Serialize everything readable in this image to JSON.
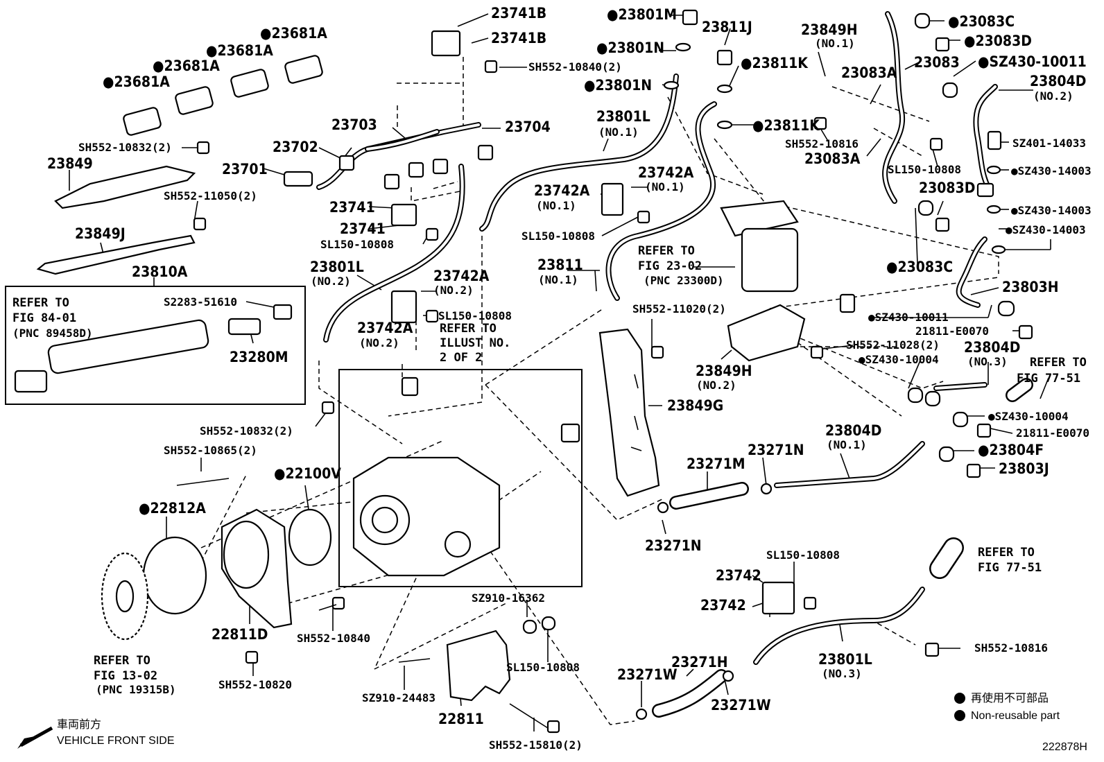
{
  "labels": {
    "p23741B_a": "23741B",
    "p23741B_b": "23741B",
    "p23801M": "●23801M",
    "p23811J": "23811J",
    "p23849H1": "23849H",
    "p23849H1_sub": "(NO.1)",
    "p23083C_a": "●23083C",
    "p23083D_a": "●23083D",
    "p23083": "23083",
    "pSZ430_10011_a": "●SZ430-10011",
    "p23804D2": "23804D",
    "p23804D2_sub": "(NO.2)",
    "p23681A_1": "●23681A",
    "p23681A_2": "●23681A",
    "p23681A_3": "●23681A",
    "p23681A_4": "●23681A",
    "pSH552_10840_2": "SH552-10840(2)",
    "p23801N_a": "●23801N",
    "p23801N_b": "●23801N",
    "p23811K_a": "●23811K",
    "p23811K_b": "●23811K",
    "p23083A_a": "23083A",
    "p23083A_b": "23083A",
    "pSH552_10816_a": "SH552-10816",
    "pSL150_10808_a": "SL150-10808",
    "p23083D_b": "23083D",
    "pSZ401_14033": "SZ401-14033",
    "pSZ430_14003_a": "●SZ430-14003",
    "pSZ430_14003_b": "●SZ430-14003",
    "pSZ430_14003_c": "●SZ430-14003",
    "p23083C_b": "●23083C",
    "p23703": "23703",
    "p23704": "23704",
    "p23702": "23702",
    "p23701": "23701",
    "p23801L1": "23801L",
    "p23801L1_sub": "(NO.1)",
    "pSH552_10832_2a": "SH552-10832(2)",
    "p23849": "23849",
    "pSH552_11050_2": "SH552-11050(2)",
    "p23741_a": "23741",
    "p23741_b": "23741",
    "p23742A_1": "23742A",
    "p23742A_1_sub": "(NO.1)",
    "p23742A_2": "23742A",
    "p23742A_2_sub": "(NO.1)",
    "pSL150_10808_b": "SL150-10808",
    "pSL150_10808_c": "SL150-10808",
    "p23849J": "23849J",
    "p23801L2": "23801L",
    "p23801L2_sub": "(NO.2)",
    "p23742A_3": "23742A",
    "p23742A_3_sub": "(NO.2)",
    "p23811": "23811",
    "p23811_sub": "(NO.1)",
    "ref_23_02_a": "REFER TO",
    "ref_23_02_b": "FIG 23-02",
    "ref_23_02_c": "(PNC 23300D)",
    "p23810A": "23810A",
    "p23803H": "23803H",
    "ref_84_01_a": "REFER TO",
    "ref_84_01_b": "FIG 84-01",
    "ref_84_01_c": "(PNC 89458D)",
    "pS2283_51610": "S2283-51610",
    "pSH552_11020_2": "SH552-11020(2)",
    "pSZ430_10011_b": "●SZ430-10011",
    "p21811_E0070_a": "21811-E0070",
    "pSL150_10808_d": "SL150-10808",
    "p23742A_4": "23742A",
    "p23742A_4_sub": "(NO.2)",
    "ref_illust_a": "REFER TO",
    "ref_illust_b": "ILLUST NO.",
    "ref_illust_c": "2 OF 2",
    "pSH552_11028_2": "SH552-11028(2)",
    "p23804D3": "23804D",
    "p23804D3_sub": "(NO.3)",
    "p23280M": "23280M",
    "p23849H2": "23849H",
    "p23849H2_sub": "(NO.2)",
    "pSZ430_10004_a": "●SZ430-10004",
    "ref_77_51a_a": "REFER TO",
    "ref_77_51a_b": "FIG 77-51",
    "p23849G": "23849G",
    "pSZ430_10004_b": "●SZ430-10004",
    "p21811_E0070_b": "21811-E0070",
    "pSH552_10832_2b": "SH552-10832(2)",
    "p23804D1": "23804D",
    "p23804D1_sub": "(NO.1)",
    "pSH552_10865_2": "SH552-10865(2)",
    "p23271N_a": "23271N",
    "p23271M": "23271M",
    "p23804F": "●23804F",
    "p23803J": "23803J",
    "p22100V": "●22100V",
    "p22812A": "●22812A",
    "p23271N_b": "23271N",
    "ref_77_51b_a": "REFER TO",
    "ref_77_51b_b": "FIG 77-51",
    "pSL150_10808_e": "SL150-10808",
    "p23742_a": "23742",
    "p23742_b": "23742",
    "pSZ910_16362": "SZ910-16362",
    "p22811D": "22811D",
    "pSH552_10840": "SH552-10840",
    "p23801L3": "23801L",
    "p23801L3_sub": "(NO.3)",
    "pSH552_10816_b": "SH552-10816",
    "ref_13_02_a": "REFER TO",
    "ref_13_02_b": "FIG 13-02",
    "ref_13_02_c": "(PNC 19315B)",
    "pSL150_10808_f": "SL150-10808",
    "p23271H": "23271H",
    "p23271W_a": "23271W",
    "pSH552_10820": "SH552-10820",
    "pSZ910_24483": "SZ910-24483",
    "p22811": "22811",
    "p23271W_b": "23271W",
    "pSH552_15810_2": "SH552-15810(2)"
  },
  "legend": {
    "jp": "再使用不可部品",
    "en": "Non-reusable part"
  },
  "front": {
    "jp": "車両前方",
    "en": "VEHICLE FRONT SIDE"
  },
  "diagram_id": "222878H"
}
